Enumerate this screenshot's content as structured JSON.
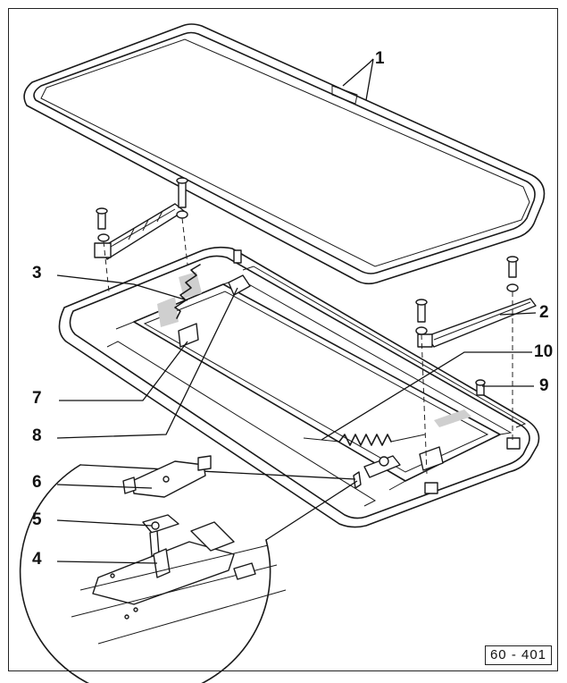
{
  "figure": {
    "reference": "60 - 401",
    "callouts": [
      "1",
      "2",
      "3",
      "4",
      "5",
      "6",
      "7",
      "8",
      "9",
      "10"
    ]
  }
}
